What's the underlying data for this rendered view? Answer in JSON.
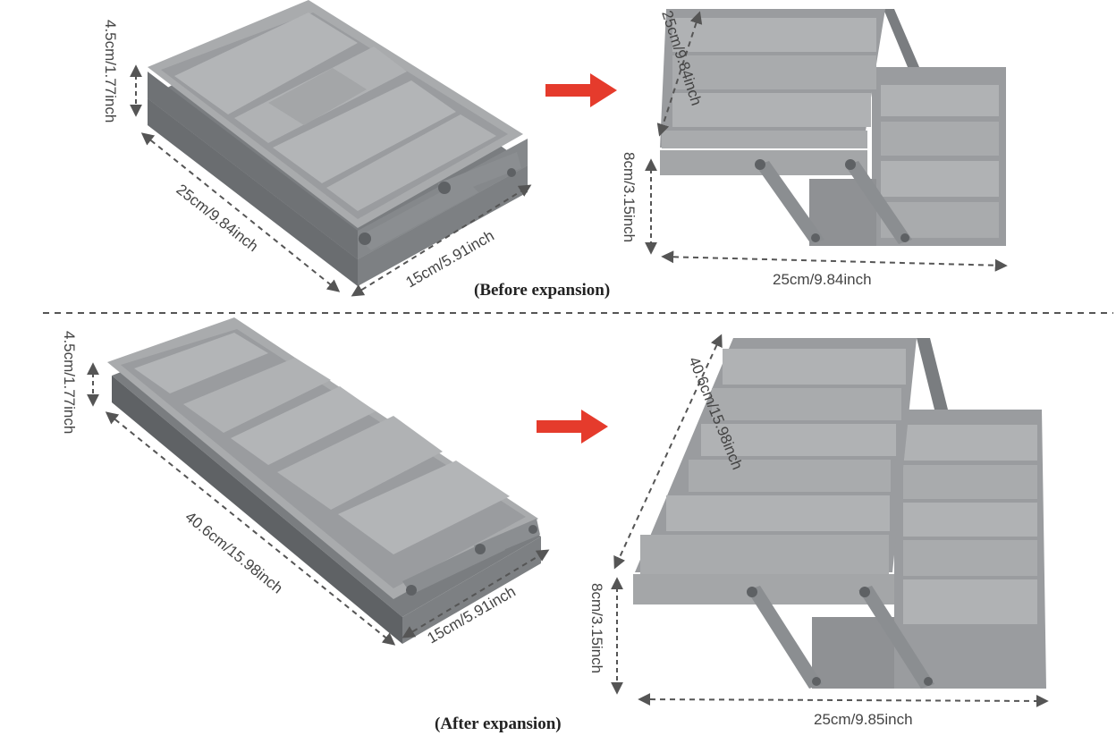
{
  "captions": {
    "before": "(Before expansion)",
    "after": "(After expansion)"
  },
  "top_left": {
    "height": "4.5cm/1.77inch",
    "length": "25cm/9.84inch",
    "width": "15cm/5.91inch"
  },
  "top_right": {
    "tray_depth": "25cm/9.84inch",
    "open_height": "8cm/3.15inch",
    "length": "25cm/9.84inch"
  },
  "bottom_left": {
    "height": "4.5cm/1.77inch",
    "length": "40.6cm/15.98inch",
    "width": "15cm/5.91inch"
  },
  "bottom_right": {
    "tray_depth": "40.6cm/15.98inch",
    "open_height": "8cm/3.15inch",
    "length": "25cm/9.85inch"
  },
  "colors": {
    "tray_light": "#a9abad",
    "tray_mid": "#8f9194",
    "tray_dark": "#6f7275",
    "arrow": "#e53b2c",
    "dash": "#555555"
  },
  "icons": {
    "arrow_1": "red-arrow-right-icon",
    "arrow_2": "red-arrow-right-icon"
  }
}
